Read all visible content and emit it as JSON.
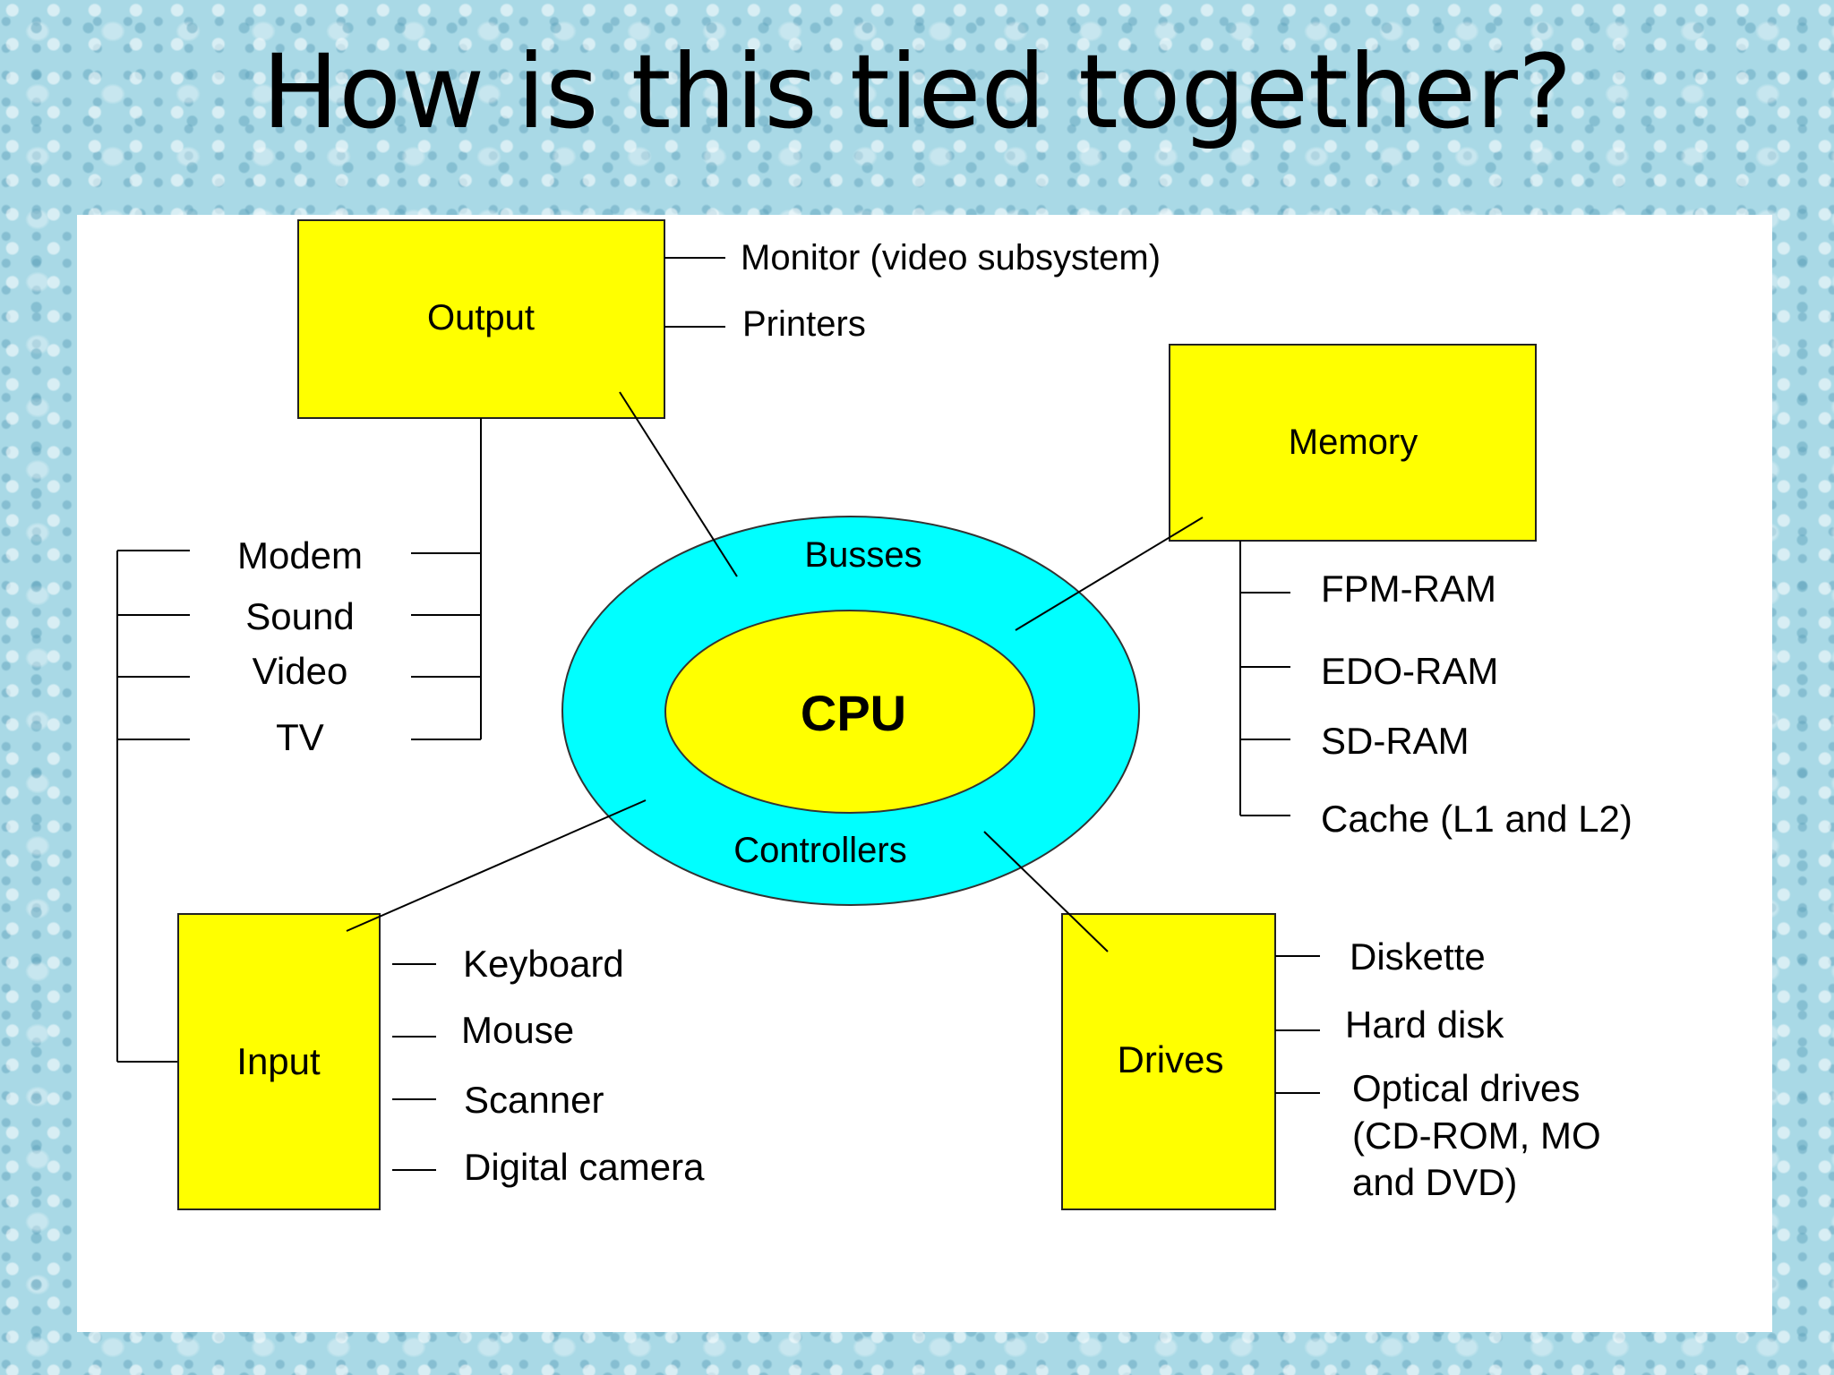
{
  "title": "How is this tied together?",
  "colors": {
    "box_fill": "#ffff00",
    "ring_fill": "#00ffff",
    "core_fill": "#ffff00",
    "panel_background": "#ffffff"
  },
  "diagram": {
    "core": "CPU",
    "ring_top": "Busses",
    "ring_bottom": "Controllers",
    "output": {
      "label": "Output",
      "items": [
        "Monitor (video subsystem)",
        "Printers"
      ]
    },
    "memory": {
      "label": "Memory",
      "items": [
        "FPM-RAM",
        "EDO-RAM",
        "SD-RAM",
        "Cache (L1 and L2)"
      ]
    },
    "io_cards": [
      "Modem",
      "Sound",
      "Video",
      "TV"
    ],
    "input": {
      "label": "Input",
      "items": [
        "Keyboard",
        "Mouse",
        "Scanner",
        "Digital camera"
      ]
    },
    "drives": {
      "label": "Drives",
      "items": [
        "Diskette",
        "Hard disk"
      ],
      "optical_lines": [
        "Optical drives",
        "(CD-ROM, MO",
        "and DVD)"
      ]
    }
  }
}
